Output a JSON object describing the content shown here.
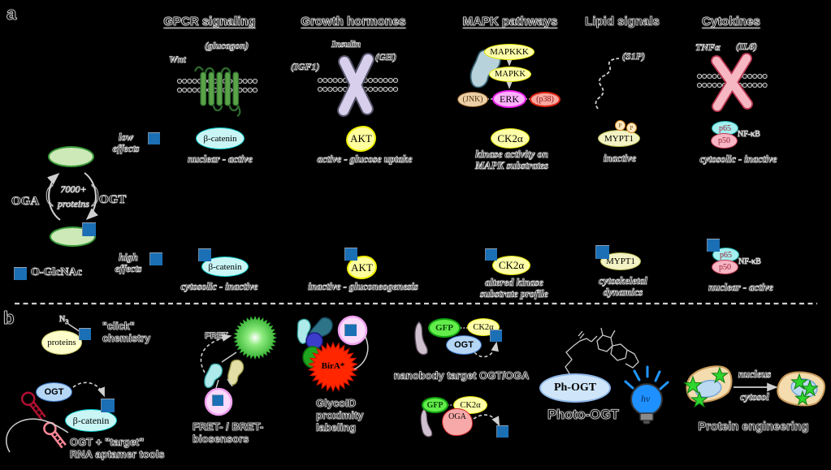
{
  "colors": {
    "o_glcnac_square": "#1b6fb5",
    "background": "#000000",
    "beta_catenin_fill": "#c9f5f5",
    "akt_fill": "#ffff9e",
    "ck2a_fill": "#ffffa8",
    "mypt1_fill": "#f2f2c4",
    "p65_fill": "#a4efef",
    "p50_fill": "#f6b6c4",
    "erk_fill": "#fcb0fc",
    "jnk_fill": "#ecd0a8",
    "p38_fill": "#f9a9a0",
    "gfp_fill": "#63ed4a",
    "ogt_fill": "#b5d6f5",
    "oga_fill": "#f7a8a8",
    "bira_fill": "#ff2600",
    "bulb_fill": "#1e90ff",
    "receptor_gpcr": "#5aa348",
    "receptor_rtk": "#d8cfec",
    "receptor_cytokine": "#f6b6c2"
  },
  "panel_a": {
    "label": "a",
    "legend_label": "O-GlcNAc",
    "low_effects": {
      "word": "low",
      "word2": "effects"
    },
    "high_effects": {
      "word": "high",
      "word2": "effects"
    },
    "cycle": {
      "enzyme_left": "OGA",
      "enzyme_right": "OGT",
      "paren_left": "(",
      "paren_right": ")",
      "count": "7000+",
      "count2": "proteins"
    },
    "gpcr": {
      "header": "GPCR signaling",
      "ligand_glucagon": "(glucagon)",
      "ligand_wnt": "Wnt",
      "protein": "β-catenin",
      "low_state": "nuclear - active",
      "high_state": "cytosolic - inactive"
    },
    "growth": {
      "header": "Growth hormones",
      "ligand_insulin": "Insulin",
      "ligand_igf1": "(IGF1)",
      "ligand_gh": "(GH)",
      "protein": "AKT",
      "low_state": "active - glucose uptake",
      "high_state": "inactive - gluconeogenesis"
    },
    "mapk": {
      "header": "MAPK pathways",
      "mapkkk": "MAPKKK",
      "mapkk": "MAPKK",
      "jnk": "(JNK)",
      "erk": "ERK",
      "p38": "(p38)",
      "protein": "CK2α",
      "low_state1": "kinase activity on",
      "low_state2": "MAPK substrates",
      "high_state1": "altered kinase",
      "high_state2": "substrate profile"
    },
    "lipid": {
      "header": "Lipid signals",
      "ligand": "(S1P)",
      "protein": "MYPT1",
      "phospho": "P",
      "low_state": "inactive",
      "high_state1": "cytoskeletal",
      "high_state2": "dynamics"
    },
    "cytokines": {
      "header": "Cytokines",
      "ligand_tnfa": "TNFα",
      "ligand_il6": "(IL6)",
      "p65": "p65",
      "p50": "p50",
      "complex": "NF-κB",
      "low_state": "cytosolic - inactive",
      "high_state": "nuclear - active"
    }
  },
  "panel_b": {
    "label": "b",
    "click": {
      "protein": "proteins",
      "azide_n": "N",
      "azide_sub": "3",
      "label1": "\"click\"",
      "label2": "chemistry"
    },
    "aptamer": {
      "enzyme": "OGT",
      "target": "β-catenin",
      "label1": "OGT + \"target\"",
      "label2": "RNA aptamer tools"
    },
    "fret": {
      "tag": "FRET",
      "label1": "FRET- / BRET-",
      "label2": "biosensors"
    },
    "glycoid": {
      "enzyme": "BirA*",
      "label1": "GlycoID",
      "label2": "proximity",
      "label3": "labeling"
    },
    "nanobody": {
      "gfp": "GFP",
      "kinase": "CK2α",
      "ogt": "OGT",
      "oga": "OGA",
      "label": "nanobody target OGT/OGA"
    },
    "photo": {
      "enzyme": "Ph-OGT",
      "label": "Photo-OGT",
      "light": "hν"
    },
    "engineering": {
      "compartment1": "nucleus",
      "compartment2": "cytosol",
      "label": "Protein engineering"
    }
  }
}
